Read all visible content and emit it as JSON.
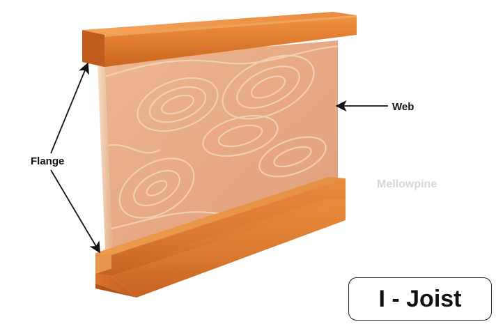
{
  "diagram": {
    "title": "I - Joist",
    "labels": {
      "flange": "Flange",
      "web": "Web"
    },
    "watermark": "Mellowpine",
    "colors": {
      "flange_orange": "#e07f34",
      "flange_dark": "#b85a1a",
      "web_tan": "#e9b08a",
      "web_grain": "#f4d2b4",
      "arrow": "#111111"
    }
  }
}
